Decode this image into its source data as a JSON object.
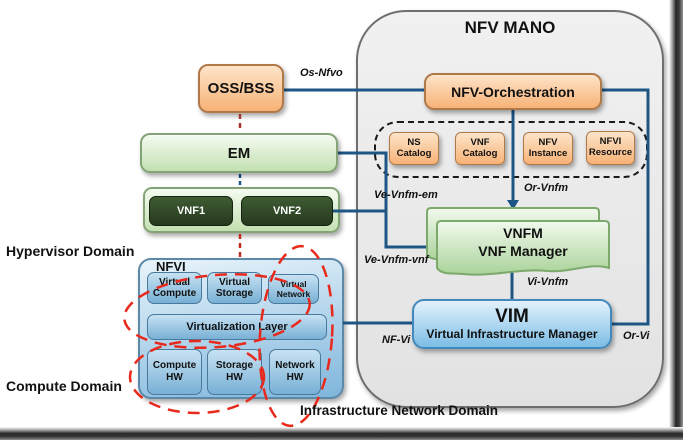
{
  "mano": {
    "title": "NFV MANO",
    "orchestrator": "NFV-Orchestration",
    "catalogs": [
      "NS Catalog",
      "VNF Catalog",
      "NFV Instance",
      "NFVI Resource"
    ],
    "vnfm": {
      "line1": "VNFM",
      "line2": "VNF Manager"
    },
    "vim": {
      "line1": "VIM",
      "line2": "Virtual Infrastructure Manager"
    }
  },
  "left_column": {
    "oss_bss": "OSS/BSS",
    "em": "EM",
    "vnf1": "VNF1",
    "vnf2": "VNF2"
  },
  "nfvi": {
    "title": "NFVI",
    "virtual_compute": "Virtual Compute",
    "virtual_storage": "Virtual Storage",
    "virtual_network": "Virtual Network",
    "virtualization_layer": "Virtualization Layer",
    "compute_hw": "Compute HW",
    "storage_hw": "Storage HW",
    "network_hw": "Network HW"
  },
  "interfaces": {
    "os_nfvo": "Os-Nfvo",
    "or_vnfm": "Or-Vnfm",
    "ve_vnfm_em": "Ve-Vnfm-em",
    "ve_vnfm_vnf": "Ve-Vnfm-vnf",
    "vi_vnfm": "Vi-Vnfm",
    "nf_vi": "NF-Vi",
    "or_vi": "Or-Vi"
  },
  "domains": {
    "hypervisor": "Hypervisor Domain",
    "compute": "Compute Domain",
    "infrastructure_network": "Infrastructure Network Domain"
  },
  "colors": {
    "connector_blue": "#1d5684",
    "dashed_red": "#e1251b",
    "dashed_dark_red": "#a93230",
    "orange_fill": "#f7b276",
    "green_fill": "#c3e0b1",
    "dark_green_fill": "#2e4526",
    "blue_fill": "#7cbde6",
    "nfvi_fill": "#7fb6dc",
    "mano_fill": "#ebebeb"
  }
}
